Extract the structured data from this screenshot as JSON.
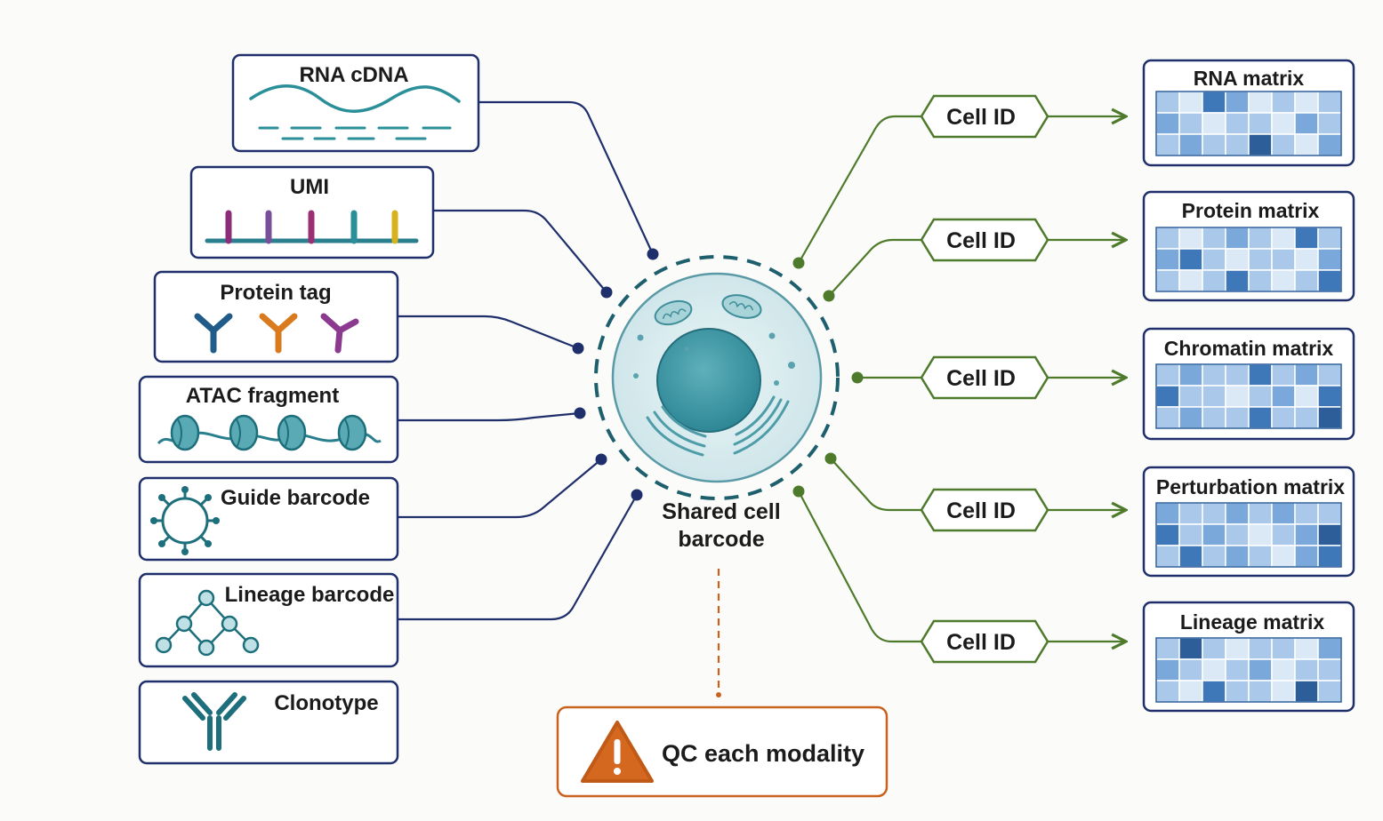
{
  "inputs": [
    {
      "label": "RNA cDNA",
      "icon": "cdna-wave-icon"
    },
    {
      "label": "UMI",
      "icon": "umi-barcode-icon"
    },
    {
      "label": "Protein tag",
      "icon": "antibody-tag-icon"
    },
    {
      "label": "ATAC fragment",
      "icon": "nucleosome-icon"
    },
    {
      "label": "Guide barcode",
      "icon": "virus-guide-icon"
    },
    {
      "label": "Lineage barcode",
      "icon": "lineage-tree-icon"
    },
    {
      "label": "Clonotype",
      "icon": "receptor-icon"
    }
  ],
  "center": {
    "line1": "Shared cell",
    "line2": "barcode",
    "icon": "cell-icon"
  },
  "cell_id_tags": [
    "Cell ID",
    "Cell ID",
    "Cell ID",
    "Cell ID",
    "Cell ID"
  ],
  "outputs": [
    {
      "label": "RNA matrix",
      "icon": "matrix-grid-icon"
    },
    {
      "label": "Protein matrix",
      "icon": "matrix-grid-icon"
    },
    {
      "label": "Chromatin matrix",
      "icon": "matrix-grid-icon"
    },
    {
      "label": "Perturbation matrix",
      "icon": "matrix-grid-icon"
    },
    {
      "label": "Lineage matrix",
      "icon": "matrix-grid-icon"
    }
  ],
  "qc": {
    "label": "QC each modality",
    "icon": "warning-icon"
  },
  "colors": {
    "navy": "#1f2f6b",
    "teal": "#2a7f8f",
    "green": "#4e7a2b",
    "orange": "#c9621e",
    "umi": [
      "#8b2d7a",
      "#7a4f9a",
      "#9a2f74",
      "#2a8f98",
      "#d8b21e"
    ],
    "antibody": [
      "#1f5c8a",
      "#d97a1e",
      "#8b3a8f"
    ]
  }
}
